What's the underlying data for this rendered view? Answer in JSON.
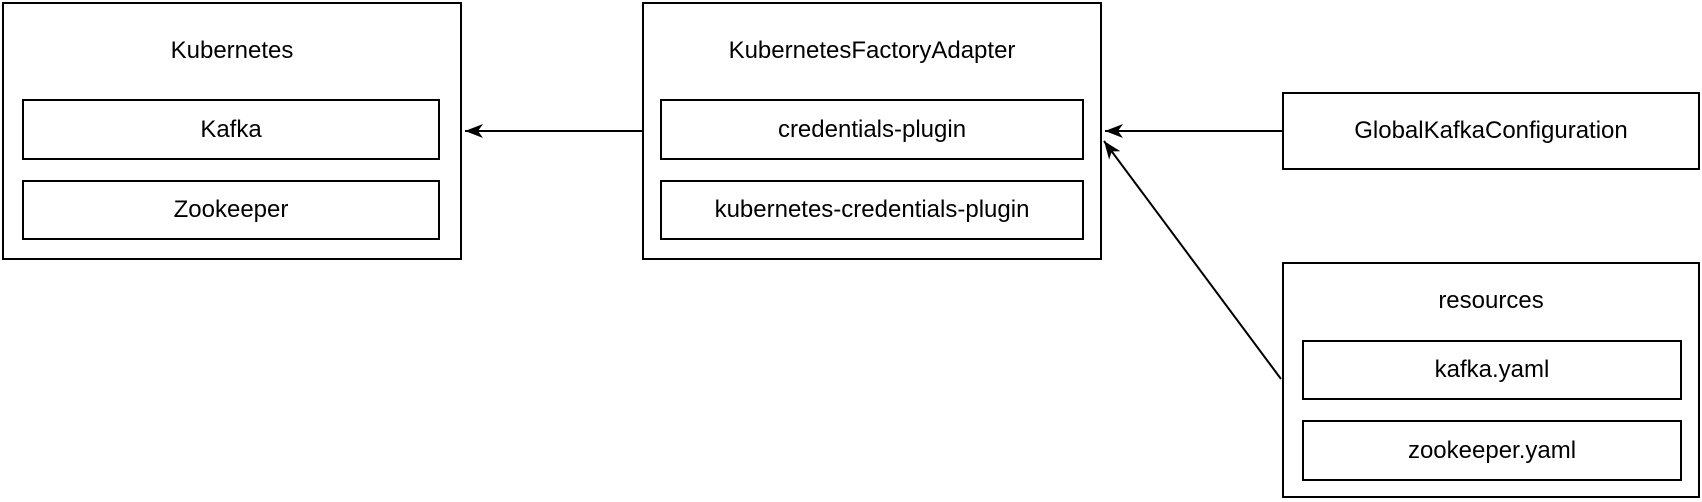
{
  "canvas": {
    "background": "#ffffff",
    "stroke_color": "#000000",
    "text_color": "#000000"
  },
  "nodes": {
    "kubernetes": {
      "title": "Kubernetes",
      "children": [
        {
          "label": "Kafka"
        },
        {
          "label": "Zookeeper"
        }
      ]
    },
    "kubernetes_factory_adapter": {
      "title": "KubernetesFactoryAdapter",
      "children": [
        {
          "label": "credentials-plugin"
        },
        {
          "label": "kubernetes-credentials-plugin"
        }
      ]
    },
    "global_kafka_configuration": {
      "title": "GlobalKafkaConfiguration"
    },
    "resources": {
      "title": "resources",
      "children": [
        {
          "label": "kafka.yaml"
        },
        {
          "label": "zookeeper.yaml"
        }
      ]
    }
  },
  "edges": [
    {
      "from": "KubernetesFactoryAdapter",
      "to": "Kubernetes",
      "style": "solid-arrow"
    },
    {
      "from": "GlobalKafkaConfiguration",
      "to": "KubernetesFactoryAdapter",
      "style": "solid-arrow"
    },
    {
      "from": "resources",
      "to": "KubernetesFactoryAdapter",
      "style": "solid-arrow"
    }
  ]
}
